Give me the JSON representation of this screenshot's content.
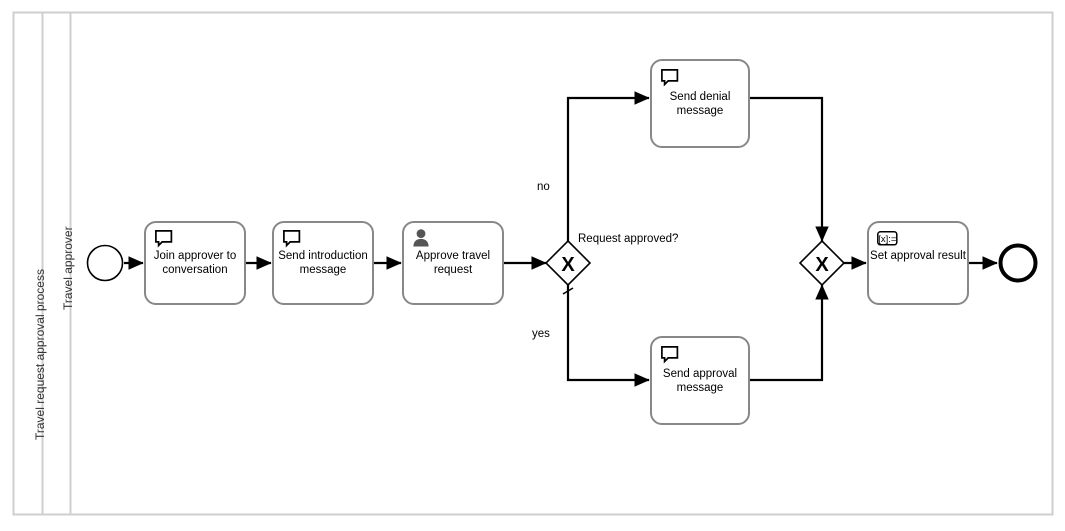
{
  "diagram": {
    "type": "bpmn-process",
    "pool": {
      "label": "Travel request approval process",
      "lanes": [
        {
          "label": "Travel approver"
        }
      ]
    },
    "events": [
      {
        "id": "start",
        "name": "",
        "kind": "start-event",
        "shape": "circle-thin"
      },
      {
        "id": "end",
        "name": "",
        "kind": "end-event",
        "shape": "circle-thick"
      }
    ],
    "tasks": [
      {
        "id": "join-approver",
        "label": "Join approver to conversation",
        "icon": "message-icon",
        "kind": "send-task"
      },
      {
        "id": "send-intro",
        "label": "Send introduction message",
        "icon": "message-icon",
        "kind": "send-task"
      },
      {
        "id": "approve-travel",
        "label": "Approve travel request",
        "icon": "user-icon",
        "kind": "user-task"
      },
      {
        "id": "send-denial",
        "label": "Send denial message",
        "icon": "message-icon",
        "kind": "send-task"
      },
      {
        "id": "send-approval",
        "label": "Send approval message",
        "icon": "message-icon",
        "kind": "send-task"
      },
      {
        "id": "set-result",
        "label": "Set approval result",
        "icon": "script-variable-icon",
        "kind": "script-task"
      }
    ],
    "gateways": [
      {
        "id": "gw-split",
        "label": "Request approved?",
        "marker": "X",
        "kind": "exclusive-gateway"
      },
      {
        "id": "gw-merge",
        "label": "",
        "marker": "X",
        "kind": "exclusive-gateway"
      }
    ],
    "flow_labels": [
      {
        "id": "flow-no",
        "label": "no"
      },
      {
        "id": "flow-yes",
        "label": "yes"
      }
    ],
    "colors": {
      "task_border": "#888888",
      "pool_border": "#cccccc",
      "flow": "#000000",
      "text": "#000000",
      "lane_text": "#333333",
      "background": "#ffffff"
    }
  }
}
